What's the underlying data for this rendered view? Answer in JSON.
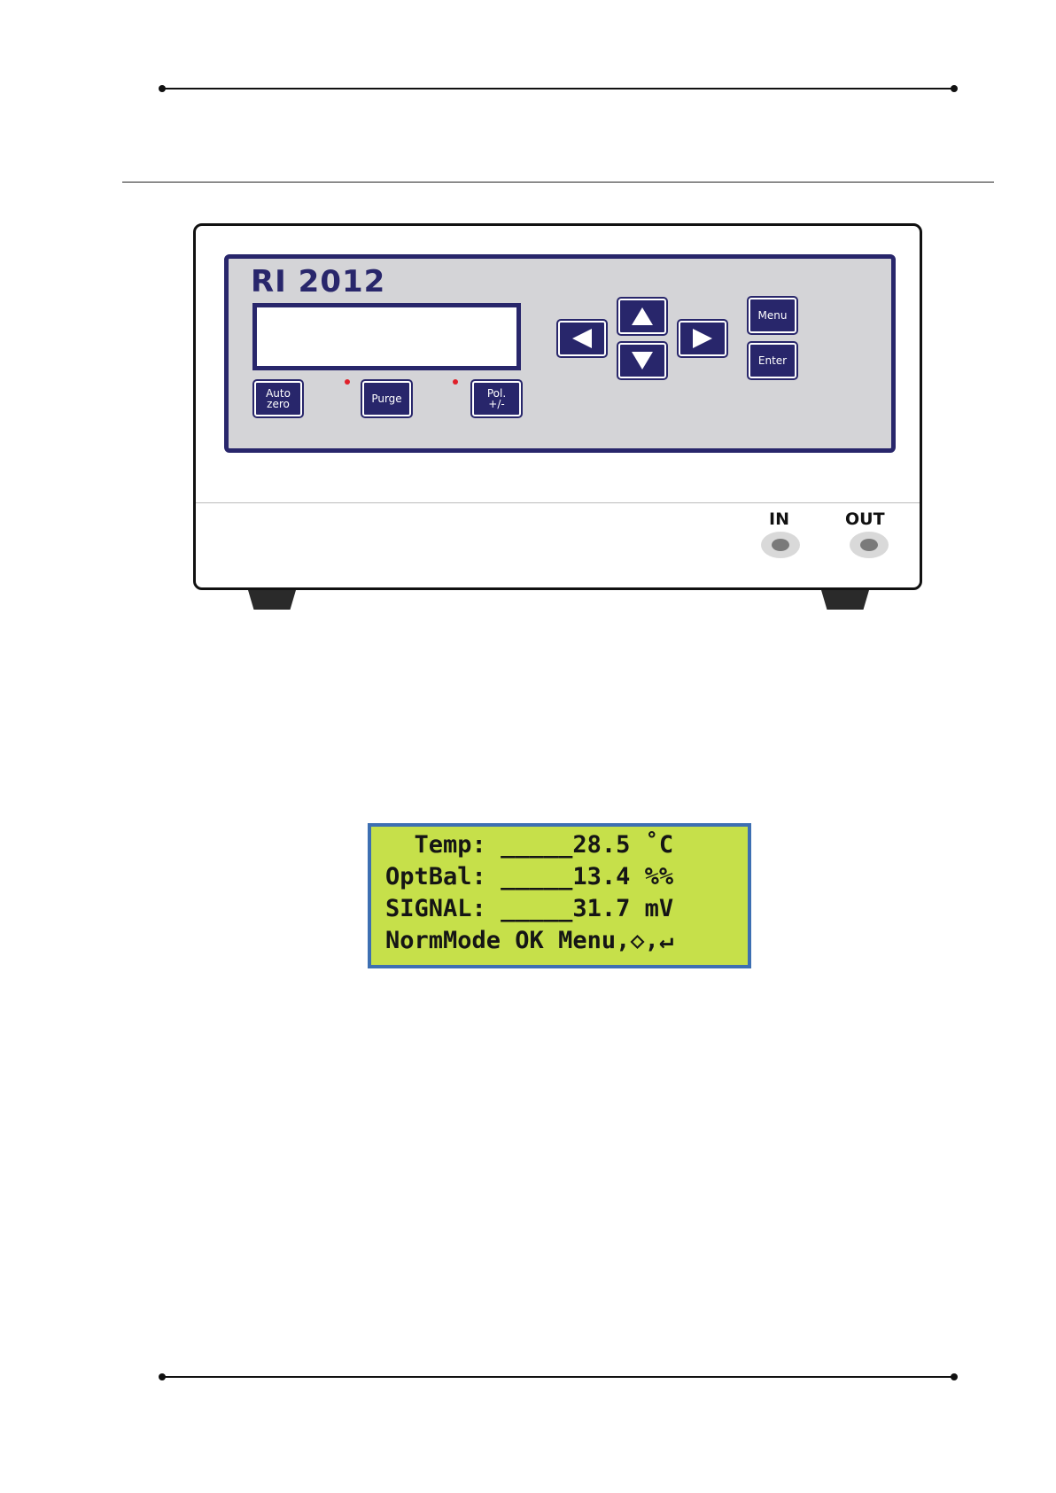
{
  "device": {
    "model": "RI 2012",
    "keys": {
      "autozero": "Auto\nzero",
      "purge": "Purge",
      "polarity": "Pol.\n+/-",
      "menu": "Menu",
      "enter": "Enter"
    },
    "ports": {
      "in": "IN",
      "out": "OUT"
    }
  },
  "screen": {
    "rows": [
      {
        "label": "  Temp:",
        "value": "28.5",
        "unit": "˚C"
      },
      {
        "label": "OptBal:",
        "value": "13.4",
        "unit": "%%"
      },
      {
        "label": "SIGNAL:",
        "value": "31.7",
        "unit": "mV"
      }
    ],
    "status_line": "NormMode OK Menu,",
    "status_icons": [
      "diamond-icon",
      "enter-arrow-icon"
    ],
    "colors": {
      "background": "#c6e04a",
      "border": "#3d6fb2"
    }
  },
  "colors": {
    "panel_navy": "#28266b",
    "panel_grey": "#d4d4d7",
    "led": "#e0202a"
  }
}
